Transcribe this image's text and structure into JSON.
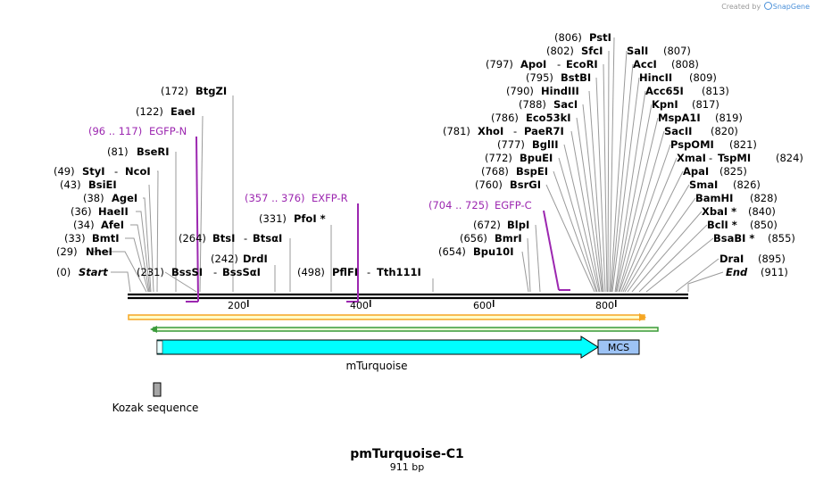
{
  "credit": {
    "text": "Created by",
    "brand": "SnapGene"
  },
  "plasmid": {
    "name": "pmTurquoise-C1",
    "length_text": "911 bp",
    "length": 911
  },
  "ruler": {
    "ticks": [
      200,
      400,
      600,
      800
    ]
  },
  "sites": [
    {
      "pos": "(0)",
      "name": "Start",
      "italic": true
    },
    {
      "pos": "(29)",
      "name": "NheI"
    },
    {
      "pos": "(33)",
      "name": "BmtI"
    },
    {
      "pos": "(34)",
      "name": "AfeI"
    },
    {
      "pos": "(36)",
      "name": "HaeII"
    },
    {
      "pos": "(38)",
      "name": "AgeI"
    },
    {
      "pos": "(43)",
      "name": "BsiEI"
    },
    {
      "pos": "(49)",
      "name": "StyI",
      "name2": "NcoI"
    },
    {
      "pos": "(81)",
      "name": "BseRI"
    },
    {
      "pos": "(122)",
      "name": "EaeI"
    },
    {
      "pos": "(172)",
      "name": "BtgZI"
    },
    {
      "pos": "(231)",
      "name": "BssSI",
      "name2": "BssSαI"
    },
    {
      "pos": "(242)",
      "name": "DrdI"
    },
    {
      "pos": "(264)",
      "name": "BtsI",
      "name2": "BtsαI"
    },
    {
      "pos": "(331)",
      "name": "PfoI *"
    },
    {
      "pos": "(498)",
      "name": "PflFI",
      "name2": "Tth111I"
    },
    {
      "pos": "(654)",
      "name": "Bpu10I"
    },
    {
      "pos": "(656)",
      "name": "BmrI"
    },
    {
      "pos": "(672)",
      "name": "BlpI"
    },
    {
      "pos": "(760)",
      "name": "BsrGI"
    },
    {
      "pos": "(768)",
      "name": "BspEI"
    },
    {
      "pos": "(772)",
      "name": "BpuEI"
    },
    {
      "pos": "(777)",
      "name": "BglII"
    },
    {
      "pos": "(781)",
      "name": "XhoI",
      "name2": "PaeR7I"
    },
    {
      "pos": "(786)",
      "name": "Eco53kI"
    },
    {
      "pos": "(788)",
      "name": "SacI"
    },
    {
      "pos": "(790)",
      "name": "HindIII"
    },
    {
      "pos": "(795)",
      "name": "BstBI"
    },
    {
      "pos": "(797)",
      "name": "ApoI",
      "name2": "EcoRI"
    },
    {
      "pos": "(802)",
      "name": "SfcI"
    },
    {
      "pos": "(806)",
      "name": "PstI"
    },
    {
      "pos": "(807)",
      "name": "SalI"
    },
    {
      "pos": "(808)",
      "name": "AccI"
    },
    {
      "pos": "(809)",
      "name": "HincII"
    },
    {
      "pos": "(813)",
      "name": "Acc65I"
    },
    {
      "pos": "(817)",
      "name": "KpnI"
    },
    {
      "pos": "(819)",
      "name": "MspA1I"
    },
    {
      "pos": "(820)",
      "name": "SacII"
    },
    {
      "pos": "(821)",
      "name": "PspOMI"
    },
    {
      "pos": "(824)",
      "name": "XmaI",
      "name2": "TspMI"
    },
    {
      "pos": "(825)",
      "name": "ApaI"
    },
    {
      "pos": "(826)",
      "name": "SmaI"
    },
    {
      "pos": "(828)",
      "name": "BamHI"
    },
    {
      "pos": "(840)",
      "name": "XbaI *"
    },
    {
      "pos": "(850)",
      "name": "BclI *"
    },
    {
      "pos": "(855)",
      "name": "BsaBI *"
    },
    {
      "pos": "(895)",
      "name": "DraI"
    },
    {
      "pos": "(911)",
      "name": "End",
      "italic": true
    }
  ],
  "primers": [
    {
      "range": "(96 .. 117)",
      "name": "EGFP-N"
    },
    {
      "range": "(357 .. 376)",
      "name": "EXFP-R"
    },
    {
      "range": "(704 .. 725)",
      "name": "EGFP-C"
    }
  ],
  "features": [
    {
      "name": "mTurquoise",
      "color": "#00ffff"
    },
    {
      "name": "MCS",
      "color": "#9dc3f5"
    },
    {
      "name": "Kozak sequence",
      "color": "#a6a6a6"
    }
  ],
  "colors": {
    "primer": "#9c27b0",
    "orf_outer": "#f5a623",
    "orf_outer_fill": "#ffffcc",
    "orf_inner": "#3a9b3a",
    "orf_inner_fill": "#eaf7d5"
  }
}
